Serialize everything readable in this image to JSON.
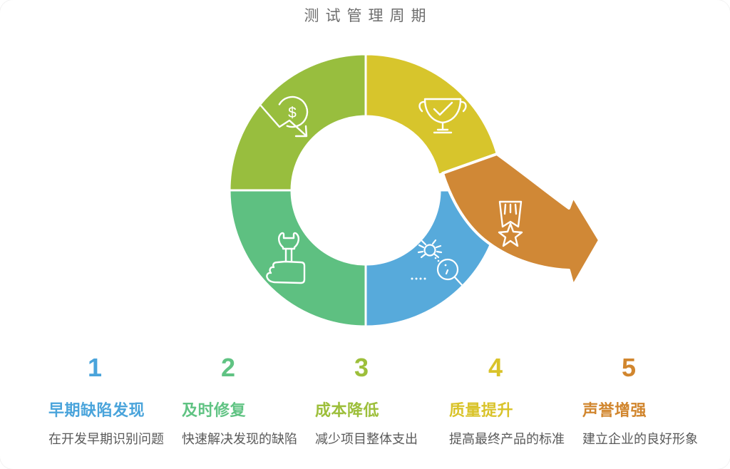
{
  "title": "测试管理周期",
  "diagram": {
    "segments": [
      {
        "name": "cost-decrease",
        "fill": "#98be3e"
      },
      {
        "name": "achievement",
        "fill": "#d7c52c"
      },
      {
        "name": "repair",
        "fill": "#5ec081"
      },
      {
        "name": "bug-detection",
        "fill": "#57aadb"
      }
    ],
    "arrow": {
      "name": "reputation",
      "fill": "#d08836"
    },
    "dollar_sign": "$"
  },
  "steps": [
    {
      "number": "1",
      "color": "#4aa4db",
      "heading": "早期缺陷发现",
      "description": "在开发早期识别问题"
    },
    {
      "number": "2",
      "color": "#60c383",
      "heading": "及时修复",
      "description": "快速解决发现的缺陷"
    },
    {
      "number": "3",
      "color": "#9dbf3b",
      "heading": "成本降低",
      "description": "减少项目整体支出"
    },
    {
      "number": "4",
      "color": "#d9c32a",
      "heading": "质量提升",
      "description": "提高最终产品的标准"
    },
    {
      "number": "5",
      "color": "#d1862e",
      "heading": "声誉增强",
      "description": "建立企业的良好形象"
    }
  ]
}
